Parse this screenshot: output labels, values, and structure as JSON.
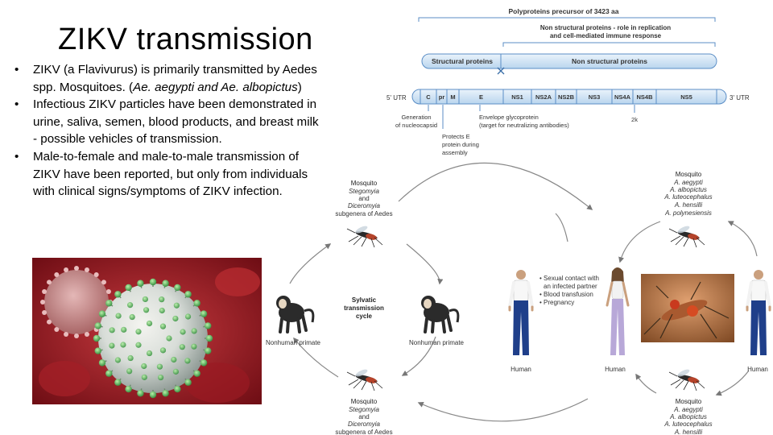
{
  "slide": {
    "title": "ZIKV transmission",
    "bullets": [
      {
        "parts": [
          {
            "t": "ZIKV (a Flavivurus) is primarily transmitted by Aedes spp. Mosquitoes. ("
          },
          {
            "t": "Ae. aegypti and Ae. albopictus",
            "italic": true
          },
          {
            "t": ")"
          }
        ]
      },
      {
        "parts": [
          {
            "t": "Infectious ZIKV particles have been demonstrated in urine, saliva, semen, blood products, and breast milk - possible vehicles of transmission."
          }
        ]
      },
      {
        "parts": [
          {
            "t": "Male-to-female and male-to-male transmission of ZIKV have been reported, but only from individuals with clinical signs/symptoms of ZIKV infection."
          }
        ]
      }
    ]
  },
  "genome": {
    "precursor_label": "Polyproteins precursor of 3423 aa",
    "nonstructural_role_line1": "Non structural proteins - role in replication",
    "nonstructural_role_line2": "and cell-mediated immune response",
    "structural_bar": "Structural proteins",
    "nonstructural_bar": "Non structural proteins",
    "utr5": "5' UTR",
    "utr3": "3' UTR",
    "segments": [
      "C",
      "pr",
      "M",
      "E",
      "NS1",
      "NS2A",
      "NS2B",
      "NS3",
      "NS4A",
      "NS4B",
      "NS5"
    ],
    "note_c_line1": "Generation",
    "note_c_line2": "of nucleocapsid",
    "note_e_line1": "Envelope glycoprotein",
    "note_e_line2": "(target for neutralizing antibodies)",
    "note_pr_line1": "Protects E",
    "note_pr_line2": "protein during",
    "note_pr_line3": "assembly",
    "note_2k": "2k",
    "colors": {
      "bar": "#cfe3f5",
      "bar_edge": "#5b8ec6",
      "label": "#333333"
    }
  },
  "cycle": {
    "left_top": {
      "title": "Mosquito",
      "lines": [
        "Stegomyia",
        "and",
        "Diceromyia",
        "subgenera of Aedes"
      ]
    },
    "left_bottom": {
      "title": "Mosquito",
      "lines": [
        "Stegomyia",
        "and",
        "Diceromyia",
        "subgenera of Aedes"
      ]
    },
    "right_top": {
      "title": "Mosquito",
      "lines": [
        "A. aegypti",
        "A. albopictus",
        "A. luteocephalus",
        "A. hensilli",
        "A. polynesiensis"
      ]
    },
    "right_bottom": {
      "title": "Mosquito",
      "lines": [
        "A. aegypti",
        "A. albopictus",
        "A. luteocephalus",
        "A. hensilli"
      ]
    },
    "sylvatic_line1": "Sylvatic",
    "sylvatic_line2": "transmission",
    "sylvatic_line3": "cycle",
    "nonhuman_primate": "Nonhuman primate",
    "human": "Human",
    "other_routes": [
      "Sexual contact with",
      "an infected partner",
      "Blood transfusion",
      "Pregnancy"
    ]
  },
  "images": {
    "virus_icon": "virus-particle-illustration",
    "mosquito_icon": "mosquito-icon",
    "monkey_icon": "monkey-icon",
    "human_icon": "human-figure-icon",
    "mosquito_photo": "mosquito-photo"
  }
}
